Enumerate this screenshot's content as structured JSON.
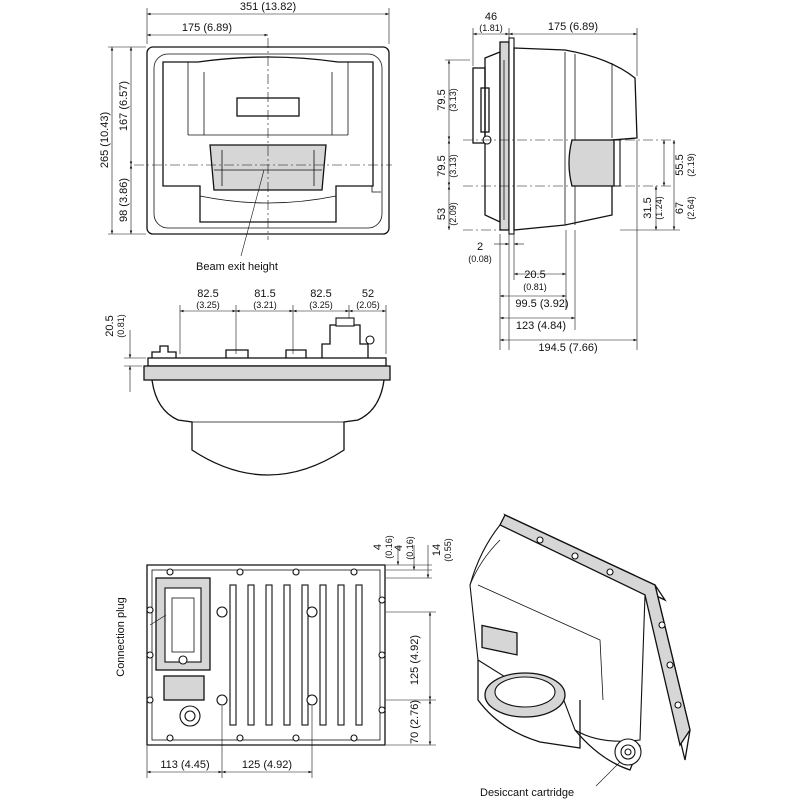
{
  "front_view": {
    "width": "351 (13.82)",
    "half_width": "175 (6.89)",
    "height": "265 (10.43)",
    "upper_height": "167 (6.57)",
    "lower_height": "98 (3.86)",
    "beam_label": "Beam exit height"
  },
  "side_view": {
    "depth_front": "46",
    "depth_front_in": "(1.81)",
    "depth_main": "175 (6.89)",
    "h1": "79.5",
    "h1_in": "(3.13)",
    "h2": "79.5",
    "h2_in": "(3.13)",
    "h3": "53",
    "h3_in": "(2.09)",
    "r1": "55.5",
    "r1_in": "(2.19)",
    "r2": "31.5",
    "r2_in": "(1.24)",
    "r3": "67",
    "r3_in": "(2.64)",
    "d1": "2",
    "d1_in": "(0.08)",
    "d2": "20.5",
    "d2_in": "(0.81)",
    "d3": "99.5 (3.92)",
    "d4": "123 (4.84)",
    "d5": "194.5 (7.66)"
  },
  "top_view": {
    "spacings": [
      {
        "v": "82.5",
        "i": "(3.25)"
      },
      {
        "v": "81.5",
        "i": "(3.21)"
      },
      {
        "v": "82.5",
        "i": "(3.25)"
      },
      {
        "v": "52",
        "i": "(2.05)"
      }
    ],
    "flange": "20.5",
    "flange_in": "(0.81)"
  },
  "back_view": {
    "t1": "4",
    "t1_in": "(0.16)",
    "t2": "4",
    "t2_in": "(0.16)",
    "t3": "14",
    "t3_in": "(0.55)",
    "v1": "125 (4.92)",
    "v2": "70 (2.76)",
    "b1": "113 (4.45)",
    "b2": "125 (4.92)",
    "plug_label": "Connection plug"
  },
  "iso_view": {
    "cartridge_label": "Desiccant cartridge"
  }
}
